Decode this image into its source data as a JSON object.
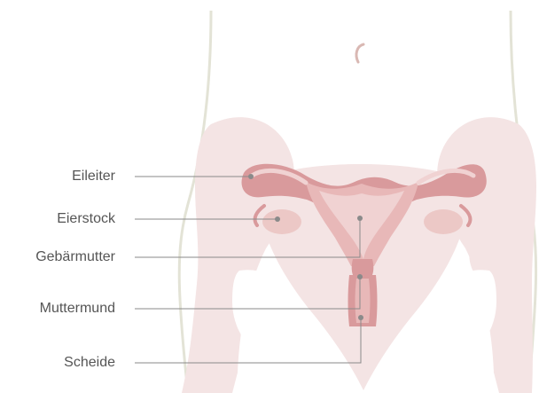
{
  "labels": {
    "eileiter": "Eileiter",
    "eierstock": "Eierstock",
    "gebaermutter": "Gebärmutter",
    "muttermund": "Muttermund",
    "scheide": "Scheide"
  },
  "colors": {
    "body_outline": "#e3e3d6",
    "pelvis": "#f4e4e4",
    "organ_outer": "#d99a9c",
    "organ_inner": "#e8b8b8",
    "organ_light": "#f0d2d2",
    "leader_line": "#8a8a8a",
    "label_text": "#555555"
  }
}
